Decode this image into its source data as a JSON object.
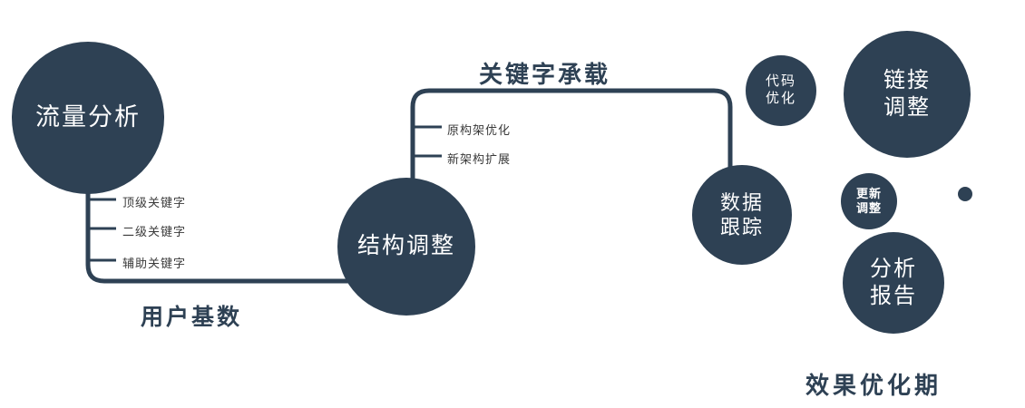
{
  "diagram": {
    "accent_color": "#2e4154",
    "nodes": {
      "traffic": {
        "label": "流量分析"
      },
      "structure": {
        "label": "结构调整"
      },
      "tracking": {
        "line1": "数据",
        "line2": "跟踪"
      },
      "code": {
        "line1": "代码",
        "line2": "优化"
      },
      "link": {
        "line1": "链接",
        "line2": "调整"
      },
      "update": {
        "line1": "更新",
        "line2": "调整"
      },
      "report": {
        "line1": "分析",
        "line2": "报告"
      }
    },
    "edges": {
      "user_base": {
        "label": "用户基数",
        "ticks": [
          "顶级关键字",
          "二级关键字",
          "辅助关键字"
        ]
      },
      "keyword_carry": {
        "label": "关键字承载",
        "ticks": [
          "原构架优化",
          "新架构扩展"
        ]
      }
    },
    "caption": "效果优化期"
  }
}
